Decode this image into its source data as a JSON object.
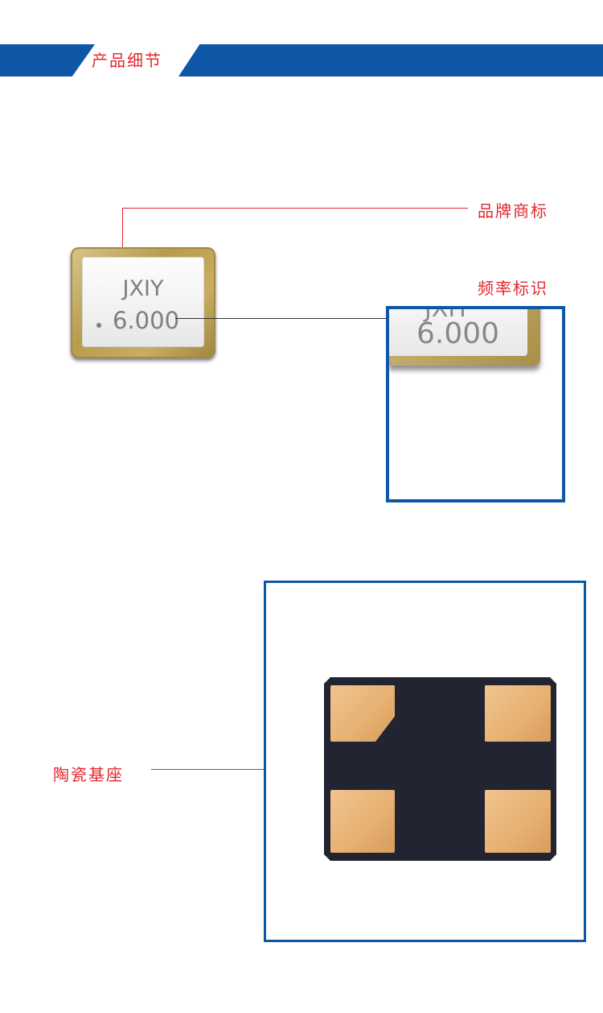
{
  "header": {
    "title": "产品细节",
    "accent_color": "#0d57a6",
    "title_color": "#e3262c"
  },
  "labels": {
    "brand_logo": "品牌商标",
    "frequency_mark": "频率标识",
    "ceramic_base": "陶瓷基座"
  },
  "crystal": {
    "brand": "JXIY",
    "frequency": "6.000"
  },
  "zoom": {
    "brand_partial": "JXIY",
    "frequency": "6.000"
  }
}
